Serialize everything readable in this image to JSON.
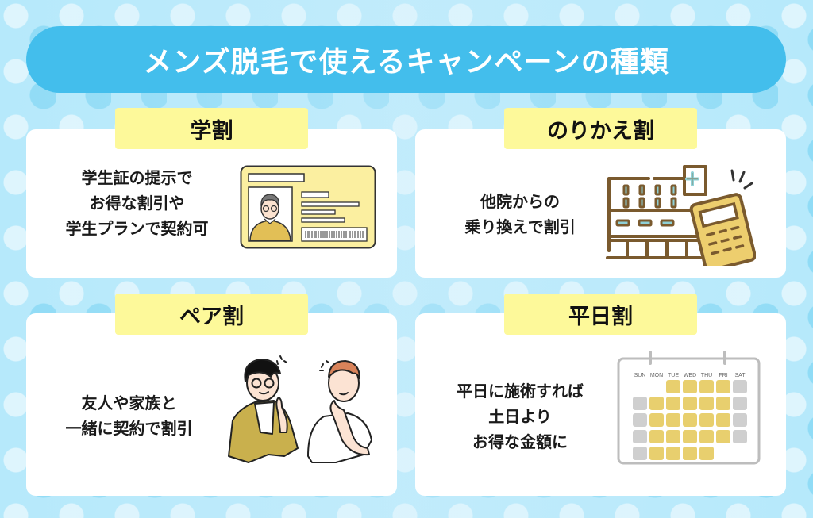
{
  "title": "メンズ脱毛で使えるキャンペーンの種類",
  "colors": {
    "banner": "#43BEEC",
    "tag": "#FDF99A",
    "card": "#FFFFFF",
    "background": "#B6E9FB",
    "calendar_weekday": "#E8CF6E",
    "calendar_weekend": "#CFCFCF",
    "illustration_brown": "#7A5A2E"
  },
  "cards": [
    {
      "tag": "学割",
      "lines": [
        "学生証の提示で",
        "お得な割引や",
        "学生プランで契約可"
      ],
      "illustration": "student-id-card-icon"
    },
    {
      "tag": "のりかえ割",
      "lines": [
        "他院からの",
        "乗り換えで割引"
      ],
      "illustration": "clinic-building-calculator-icon"
    },
    {
      "tag": "ペア割",
      "lines": [
        "友人や家族と",
        "一緒に契約で割引"
      ],
      "illustration": "two-men-talking-icon"
    },
    {
      "tag": "平日割",
      "lines": [
        "平日に施術すれば",
        "土日より",
        "お得な金額に"
      ],
      "illustration": "calendar-weekdays-icon"
    }
  ],
  "calendar": {
    "days": [
      "SUN",
      "MON",
      "TUE",
      "WED",
      "THU",
      "FRI",
      "SAT"
    ]
  }
}
